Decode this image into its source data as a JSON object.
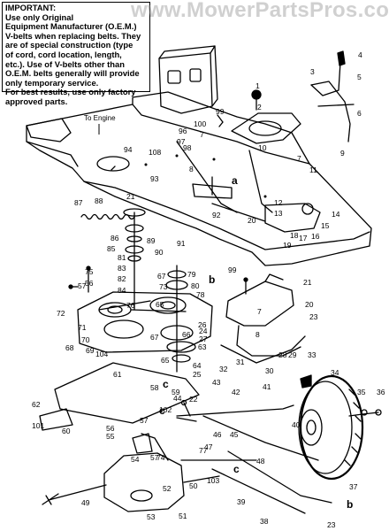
{
  "notice": {
    "heading": "IMPORTANT:",
    "body": "Use only Original\nEquipment Manufacturer (O.E.M.)\nV-belts when replacing belts. They\nare of special construction (type\nof cord, cord location, length,\netc.). Use of V-belts other than\nO.E.M. belts generally will provide\nonly temporary service.\nFor best results, use only factory\napproved parts."
  },
  "watermark": "www.MowerPartsPros.com",
  "engine_label": "To Engine",
  "colors": {
    "line": "#000000",
    "watermark": "#9a9a9a"
  },
  "callouts": [
    {
      "id": "c1",
      "text": "1"
    },
    {
      "id": "c2",
      "text": "2"
    },
    {
      "id": "c3",
      "text": "3"
    },
    {
      "id": "c4",
      "text": "4"
    },
    {
      "id": "c5",
      "text": "5"
    },
    {
      "id": "c6",
      "text": "6"
    },
    {
      "id": "c7a",
      "text": "7"
    },
    {
      "id": "c7b",
      "text": "7"
    },
    {
      "id": "c7c",
      "text": "7"
    },
    {
      "id": "c8a",
      "text": "8"
    },
    {
      "id": "c8b",
      "text": "8"
    },
    {
      "id": "c9",
      "text": "9"
    },
    {
      "id": "c10",
      "text": "10"
    },
    {
      "id": "c11",
      "text": "11"
    },
    {
      "id": "c12",
      "text": "12"
    },
    {
      "id": "c13",
      "text": "13"
    },
    {
      "id": "c14",
      "text": "14"
    },
    {
      "id": "c15",
      "text": "15"
    },
    {
      "id": "c16",
      "text": "16"
    },
    {
      "id": "c17",
      "text": "17"
    },
    {
      "id": "c18",
      "text": "18"
    },
    {
      "id": "c19",
      "text": "19"
    },
    {
      "id": "c20a",
      "text": "20"
    },
    {
      "id": "c20b",
      "text": "20"
    },
    {
      "id": "c21a",
      "text": "21"
    },
    {
      "id": "c21b",
      "text": "21"
    },
    {
      "id": "c22",
      "text": "22"
    },
    {
      "id": "c23a",
      "text": "23"
    },
    {
      "id": "c23b",
      "text": "23"
    },
    {
      "id": "c24",
      "text": "24"
    },
    {
      "id": "c25",
      "text": "25"
    },
    {
      "id": "c26",
      "text": "26"
    },
    {
      "id": "c27",
      "text": "27"
    },
    {
      "id": "c28",
      "text": "28"
    },
    {
      "id": "c29",
      "text": "29"
    },
    {
      "id": "c30",
      "text": "30"
    },
    {
      "id": "c31",
      "text": "31"
    },
    {
      "id": "c32",
      "text": "32"
    },
    {
      "id": "c33",
      "text": "33"
    },
    {
      "id": "c34",
      "text": "34"
    },
    {
      "id": "c35",
      "text": "35"
    },
    {
      "id": "c36",
      "text": "36"
    },
    {
      "id": "c37",
      "text": "37"
    },
    {
      "id": "c38",
      "text": "38"
    },
    {
      "id": "c39",
      "text": "39"
    },
    {
      "id": "c40",
      "text": "40"
    },
    {
      "id": "c41",
      "text": "41"
    },
    {
      "id": "c42",
      "text": "42"
    },
    {
      "id": "c43",
      "text": "43"
    },
    {
      "id": "c44",
      "text": "44"
    },
    {
      "id": "c45",
      "text": "45"
    },
    {
      "id": "c46",
      "text": "46"
    },
    {
      "id": "c47",
      "text": "47"
    },
    {
      "id": "c48",
      "text": "48"
    },
    {
      "id": "c49",
      "text": "49"
    },
    {
      "id": "c50",
      "text": "50"
    },
    {
      "id": "c51",
      "text": "51"
    },
    {
      "id": "c52",
      "text": "52"
    },
    {
      "id": "c53",
      "text": "53"
    },
    {
      "id": "c54",
      "text": "54"
    },
    {
      "id": "c55",
      "text": "55"
    },
    {
      "id": "c56a",
      "text": "56"
    },
    {
      "id": "c56b",
      "text": "56"
    },
    {
      "id": "c57a",
      "text": "57"
    },
    {
      "id": "c57b",
      "text": "57"
    },
    {
      "id": "c57c",
      "text": "57"
    },
    {
      "id": "c58",
      "text": "58"
    },
    {
      "id": "c59",
      "text": "59"
    },
    {
      "id": "c60",
      "text": "60"
    },
    {
      "id": "c61",
      "text": "61"
    },
    {
      "id": "c62",
      "text": "62"
    },
    {
      "id": "c63",
      "text": "63"
    },
    {
      "id": "c64",
      "text": "64"
    },
    {
      "id": "c65a",
      "text": "65"
    },
    {
      "id": "c65b",
      "text": "65"
    },
    {
      "id": "c66",
      "text": "66"
    },
    {
      "id": "c67a",
      "text": "67"
    },
    {
      "id": "c67b",
      "text": "67"
    },
    {
      "id": "c68",
      "text": "68"
    },
    {
      "id": "c69",
      "text": "69"
    },
    {
      "id": "c70",
      "text": "70"
    },
    {
      "id": "c71",
      "text": "71"
    },
    {
      "id": "c72",
      "text": "72"
    },
    {
      "id": "c73",
      "text": "73"
    },
    {
      "id": "c74",
      "text": "74"
    },
    {
      "id": "c75",
      "text": "75"
    },
    {
      "id": "c76",
      "text": "76"
    },
    {
      "id": "c77",
      "text": "77"
    },
    {
      "id": "c78",
      "text": "78"
    },
    {
      "id": "c79",
      "text": "79"
    },
    {
      "id": "c80",
      "text": "80"
    },
    {
      "id": "c81",
      "text": "81"
    },
    {
      "id": "c82",
      "text": "82"
    },
    {
      "id": "c83",
      "text": "83"
    },
    {
      "id": "c84",
      "text": "84"
    },
    {
      "id": "c85",
      "text": "85"
    },
    {
      "id": "c86",
      "text": "86"
    },
    {
      "id": "c87",
      "text": "87"
    },
    {
      "id": "c88",
      "text": "88"
    },
    {
      "id": "c89",
      "text": "89"
    },
    {
      "id": "c90",
      "text": "90"
    },
    {
      "id": "c91",
      "text": "91"
    },
    {
      "id": "c92",
      "text": "92"
    },
    {
      "id": "c93",
      "text": "93"
    },
    {
      "id": "c94",
      "text": "94"
    },
    {
      "id": "c96",
      "text": "96"
    },
    {
      "id": "c97",
      "text": "97"
    },
    {
      "id": "c98",
      "text": "98"
    },
    {
      "id": "c99a",
      "text": "99"
    },
    {
      "id": "c99b",
      "text": "99"
    },
    {
      "id": "c100",
      "text": "100"
    },
    {
      "id": "c101",
      "text": "101"
    },
    {
      "id": "c102",
      "text": "102"
    },
    {
      "id": "c103",
      "text": "103"
    },
    {
      "id": "c104",
      "text": "104"
    },
    {
      "id": "c108",
      "text": "108"
    },
    {
      "id": "ca",
      "text": "a"
    },
    {
      "id": "cb1",
      "text": "b"
    },
    {
      "id": "cb2",
      "text": "b"
    },
    {
      "id": "cc1",
      "text": "c"
    },
    {
      "id": "cc2",
      "text": "c"
    },
    {
      "id": "cc3",
      "text": "c"
    }
  ]
}
